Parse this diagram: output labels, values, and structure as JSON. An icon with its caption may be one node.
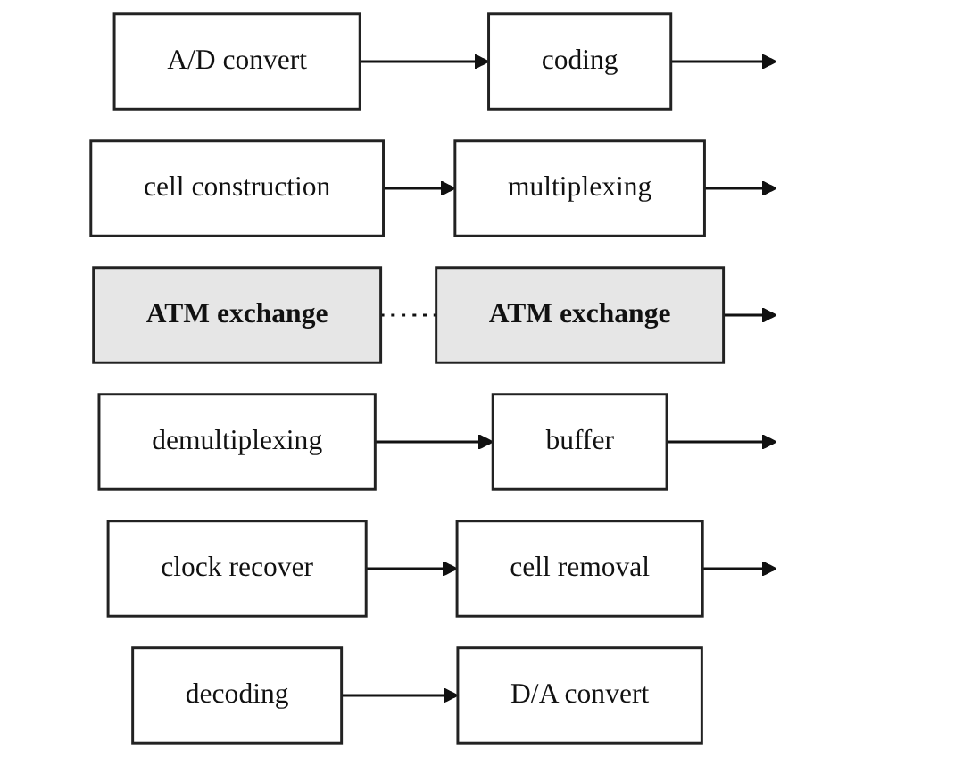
{
  "diagram": {
    "nodes": [
      {
        "text": [
          "A/D convert"
        ]
      },
      {
        "text": [
          "coding"
        ]
      },
      {
        "text": [
          "cell construction"
        ]
      },
      {
        "text": [
          "multiplexing"
        ]
      },
      {
        "text": [
          "ATM exchange"
        ]
      },
      {
        "text": [
          "ATM exchange"
        ]
      },
      {
        "text": [
          "demultiplexing"
        ]
      },
      {
        "text": [
          "buffer"
        ]
      },
      {
        "text": [
          "clock recover"
        ]
      },
      {
        "text": [
          "cell removal"
        ]
      },
      {
        "text": [
          "decoding"
        ]
      },
      {
        "text": [
          "D/A convert"
        ]
      }
    ],
    "edges": [
      {
        "from": 0,
        "to": 1,
        "arrow": "to"
      },
      {
        "from": 1,
        "to": null,
        "arrow": "to"
      },
      {
        "from": 2,
        "to": 3,
        "arrow": "to"
      },
      {
        "from": 3,
        "to": null,
        "arrow": "to"
      },
      {
        "from": 4,
        "to": 5,
        "arrow": "none",
        "style": "dashed"
      },
      {
        "from": 5,
        "to": null,
        "arrow": "to"
      },
      {
        "from": 6,
        "to": 7,
        "arrow": "to"
      },
      {
        "from": 7,
        "to": null,
        "arrow": "to"
      },
      {
        "from": 8,
        "to": 9,
        "arrow": "to"
      },
      {
        "from": 9,
        "to": null,
        "arrow": "to"
      },
      {
        "from": 10,
        "to": 11,
        "arrow": "to"
      }
    ]
  }
}
